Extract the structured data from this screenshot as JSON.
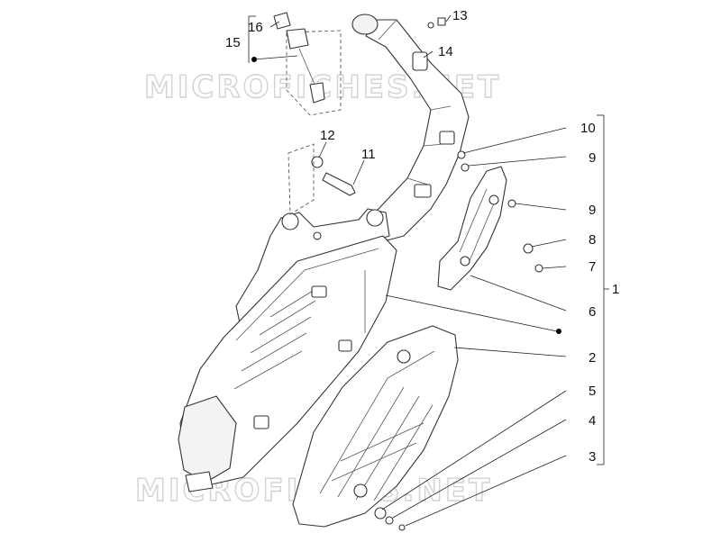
{
  "watermark": {
    "text": "MICROFICHES.NET",
    "color": "#d2d2d2"
  },
  "callouts": {
    "c1": "1",
    "c2": "2",
    "c3": "3",
    "c4": "4",
    "c5": "5",
    "c6": "6",
    "c7": "7",
    "c8": "8",
    "c9a": "9",
    "c9b": "9",
    "c10": "10",
    "c11": "11",
    "c12": "12",
    "c13": "13",
    "c14": "14",
    "c15": "15",
    "c16": "16"
  },
  "colors": {
    "line": "#333333",
    "text": "#111111",
    "background": "#ffffff"
  }
}
